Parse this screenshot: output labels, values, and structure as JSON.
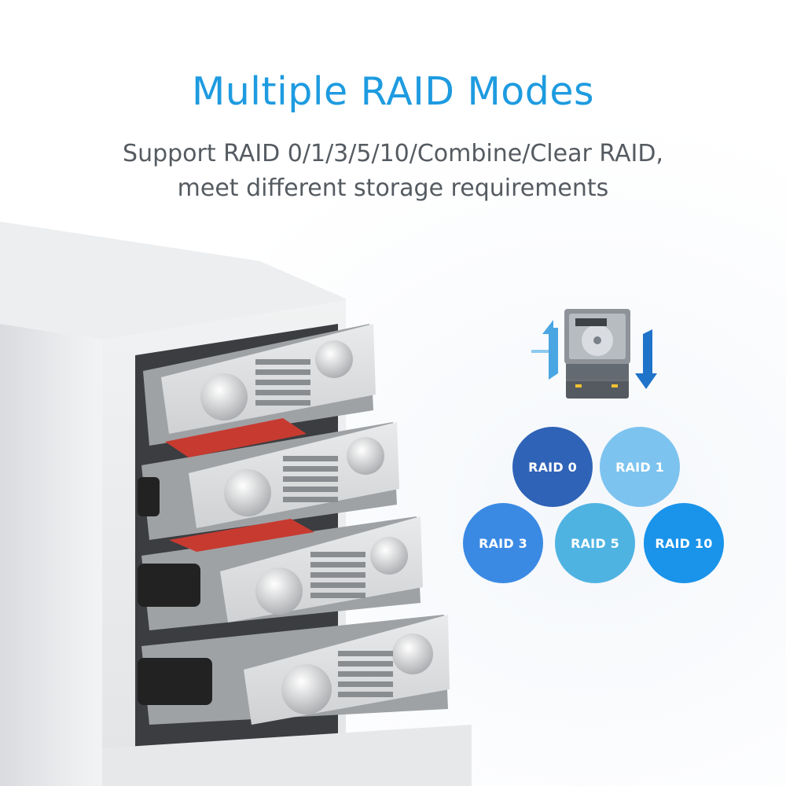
{
  "header": {
    "title": "Multiple RAID Modes",
    "subtitle_line1": "Support RAID 0/1/3/5/10/Combine/Clear RAID,",
    "subtitle_line2": "meet different storage requirements"
  },
  "icons": {
    "product": "hard-drive-enclosure-illustration",
    "sync": "stacked-hard-drives-with-transfer-arrows-icon"
  },
  "raid_modes": [
    {
      "label": "RAID 0",
      "color": "#2f63b7"
    },
    {
      "label": "RAID 1",
      "color": "#7dc3ef"
    },
    {
      "label": "RAID 3",
      "color": "#3a8ae4"
    },
    {
      "label": "RAID 5",
      "color": "#4fb3e2"
    },
    {
      "label": "RAID 10",
      "color": "#1a93ea"
    }
  ],
  "colors": {
    "title": "#1e9be0",
    "subtitle": "#555b61",
    "arrow_up": "#4aa6e2",
    "arrow_down": "#1f73c9"
  }
}
